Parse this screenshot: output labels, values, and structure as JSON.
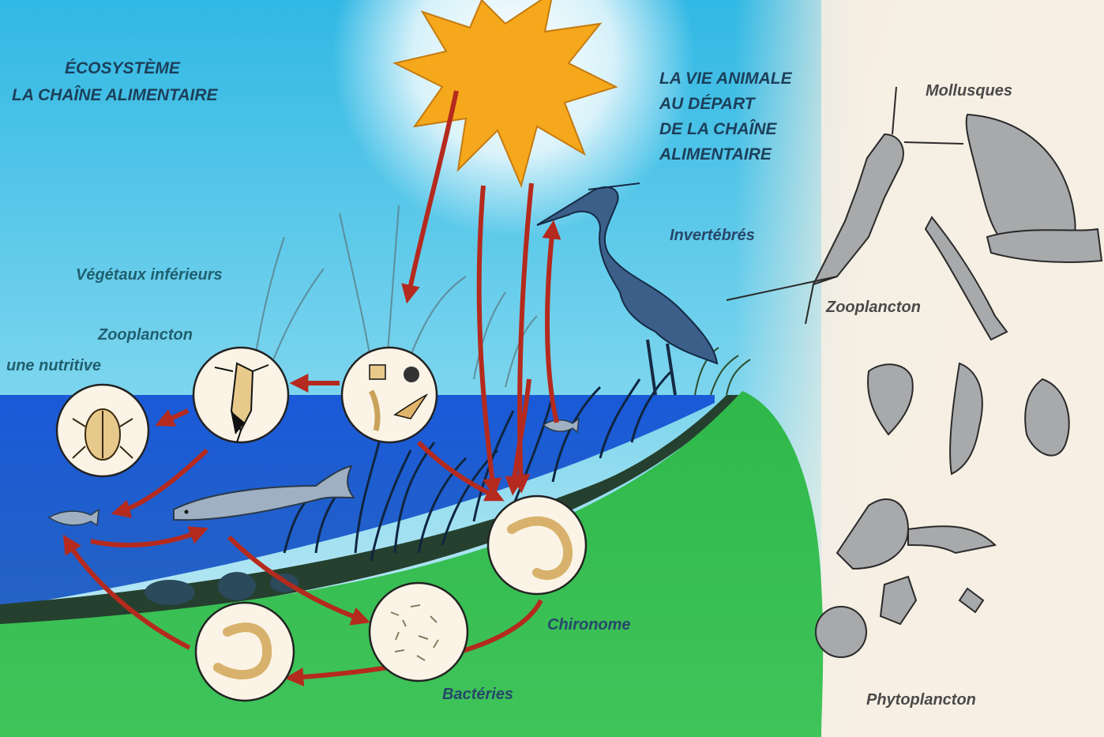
{
  "diagram": {
    "title_lines": [
      "ÉCOSYSTÈME",
      "LA CHAÎNE ALIMENTAIRE"
    ],
    "subtitle_lines": [
      "LA VIE ANIMALE",
      "AU DÉPART",
      "DE LA CHAÎNE",
      "ALIMENTAIRE"
    ],
    "labels": {
      "vegetaux": "Végétaux inférieurs",
      "zooplancton_left": "Zooplancton",
      "faune": "une nutritive",
      "invertebres": "Invertébrés",
      "mollusques": "Mollusques",
      "zooplancton_right": "Zooplancton",
      "chironome": "Chironome",
      "bacteries": "Bactéries",
      "phytoplancton": "Phytoplancton"
    },
    "icons": [
      "sun-icon",
      "heron-icon",
      "pike-icon",
      "small-fish-icon",
      "beetle-icon",
      "larva-icon",
      "mayfly-icon",
      "snail-icon",
      "copepod-icon",
      "diatom-icon"
    ],
    "colors": {
      "sky": "#3fc6e8",
      "water": "#1f5fd0",
      "ground": "#34b84a",
      "sun": "#f6a81c",
      "arrow": "#b52a1e",
      "background_right": "#f7efe3"
    }
  }
}
